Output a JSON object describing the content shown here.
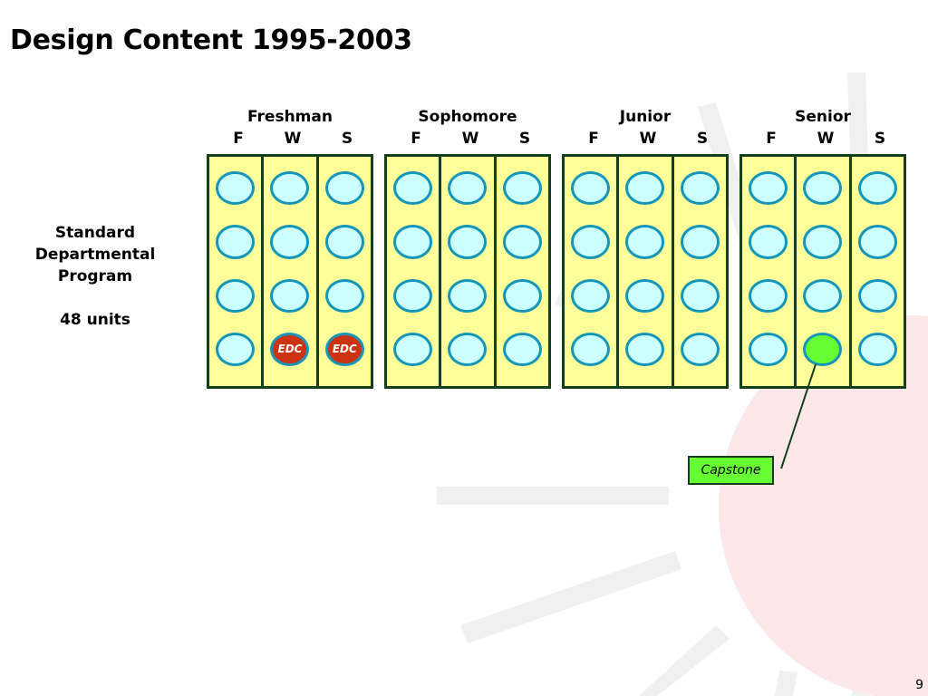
{
  "slide": {
    "title": "Design Content 1995-2003",
    "page_number": "9"
  },
  "program": {
    "name": "Standard Departmental Program",
    "units": "48 units"
  },
  "years": [
    {
      "name": "Freshman",
      "terms": [
        "F",
        "W",
        "S"
      ]
    },
    {
      "name": "Sophomore",
      "terms": [
        "F",
        "W",
        "S"
      ]
    },
    {
      "name": "Junior",
      "terms": [
        "F",
        "W",
        "S"
      ]
    },
    {
      "name": "Senior",
      "terms": [
        "F",
        "W",
        "S"
      ]
    }
  ],
  "courses": {
    "edc_label": "EDC",
    "capstone_label": "Capstone"
  },
  "colors": {
    "block_fill": "#ffff99",
    "block_border": "#153f1a",
    "course_fill": "#ccffff",
    "course_border": "#1596b8",
    "edc_fill": "#cc3311",
    "capstone_fill": "#66ff33",
    "sun_fill": "#fce8e8",
    "ray_fill": "#f0f0f0"
  }
}
